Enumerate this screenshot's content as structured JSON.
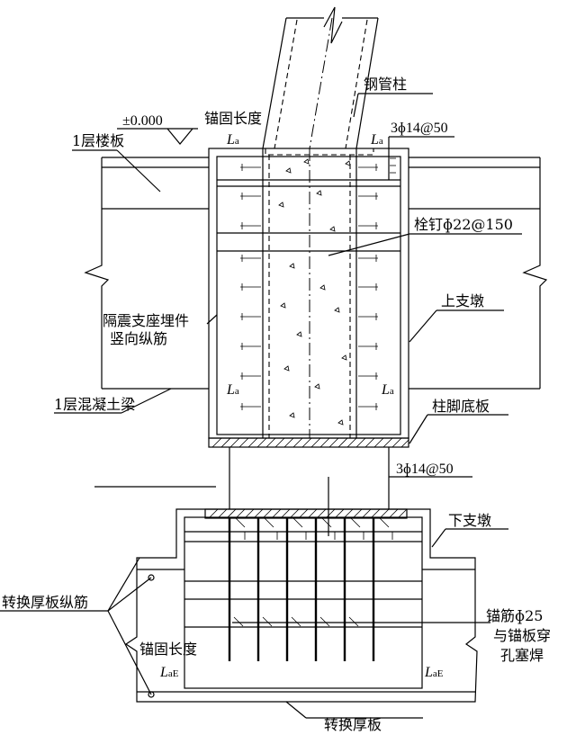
{
  "labels": {
    "elevation": "±0.000",
    "anchor_length_top": "锚固长度",
    "steel_tube_column": "钢管柱",
    "stiffener_top": "3ɸ14@50",
    "floor_slab": "1层楼板",
    "stud": "栓钉ɸ22@150",
    "upper_pier": "上支墩",
    "embedded_rebar_line1": "隔震支座埋件",
    "embedded_rebar_line2": "竖向纵筋",
    "concrete_beam": "1层混凝土梁",
    "base_plate": "柱脚底板",
    "stiffener_bottom": "3ɸ14@50",
    "lower_pier": "下支墩",
    "transfer_slab_rebar": "转换厚板纵筋",
    "anchor_bar_line1": "锚筋ɸ25",
    "anchor_bar_line2": "与锚板穿",
    "anchor_bar_line3": "孔塞焊",
    "anchor_length_bottom": "锚固长度",
    "transfer_slab": "转换厚板"
  },
  "symbols": {
    "la_main": "L",
    "la_sub": "a",
    "lae_main": "L",
    "lae_sub": "aE"
  }
}
